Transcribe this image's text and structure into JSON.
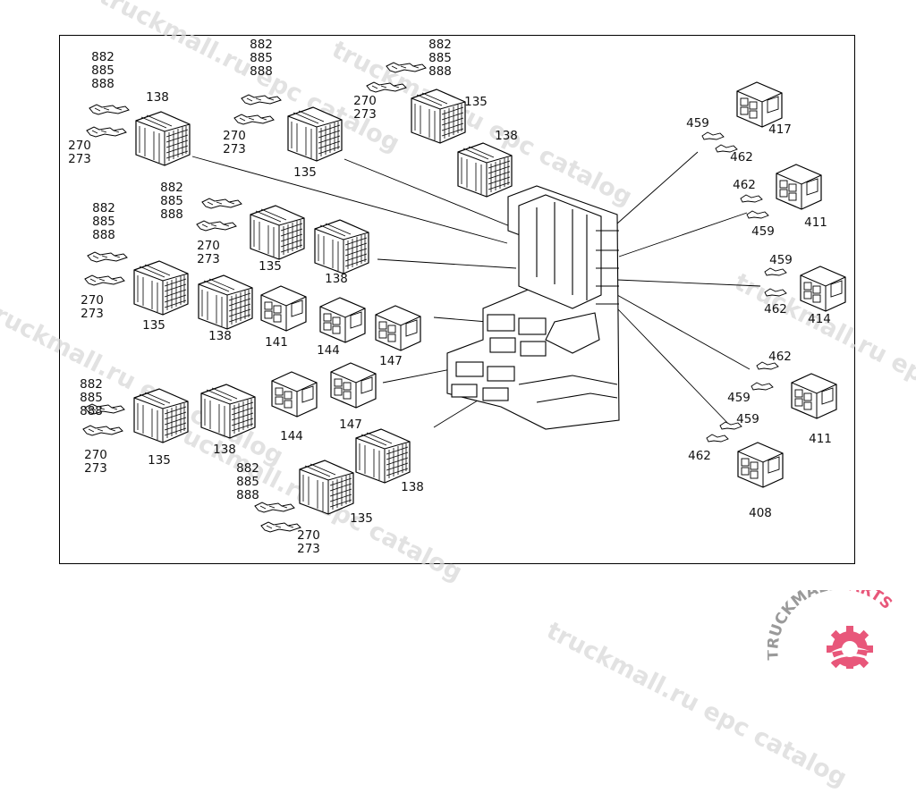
{
  "watermark": "truckmall.ru epc catalog",
  "logo": {
    "text_dark": "TRUCKMALL",
    "text_accent": "PARTS",
    "accent_color": "#e8577a",
    "dark_color": "#9a9a9a"
  },
  "labels": {
    "l01": "882\n885\n888",
    "l02": "138",
    "l03": "270\n273",
    "l04": "882\n885\n888",
    "l05": "270\n273",
    "l06": "135",
    "l07": "882\n885\n888",
    "l08": "270\n273",
    "l09": "135",
    "l10": "138",
    "l11": "459",
    "l12": "462",
    "l13": "417",
    "l14": "462",
    "l15": "459",
    "l16": "411",
    "l17": "882\n885\n888",
    "l18": "270\n273",
    "l19": "135",
    "l20": "138",
    "l21": "882\n885\n888",
    "l22": "270\n273",
    "l23": "135",
    "l24": "138",
    "l25": "141",
    "l26": "144",
    "l27": "147",
    "l28": "459",
    "l29": "462",
    "l30": "414",
    "l31": "882\n885\n888",
    "l32": "270\n273",
    "l33": "135",
    "l34": "138",
    "l35": "144",
    "l36": "147",
    "l37": "462",
    "l38": "459",
    "l39": "411",
    "l40": "459",
    "l41": "462",
    "l42": "408",
    "l43": "882\n885\n888",
    "l44": "270\n273",
    "l45": "135",
    "l46": "138"
  }
}
